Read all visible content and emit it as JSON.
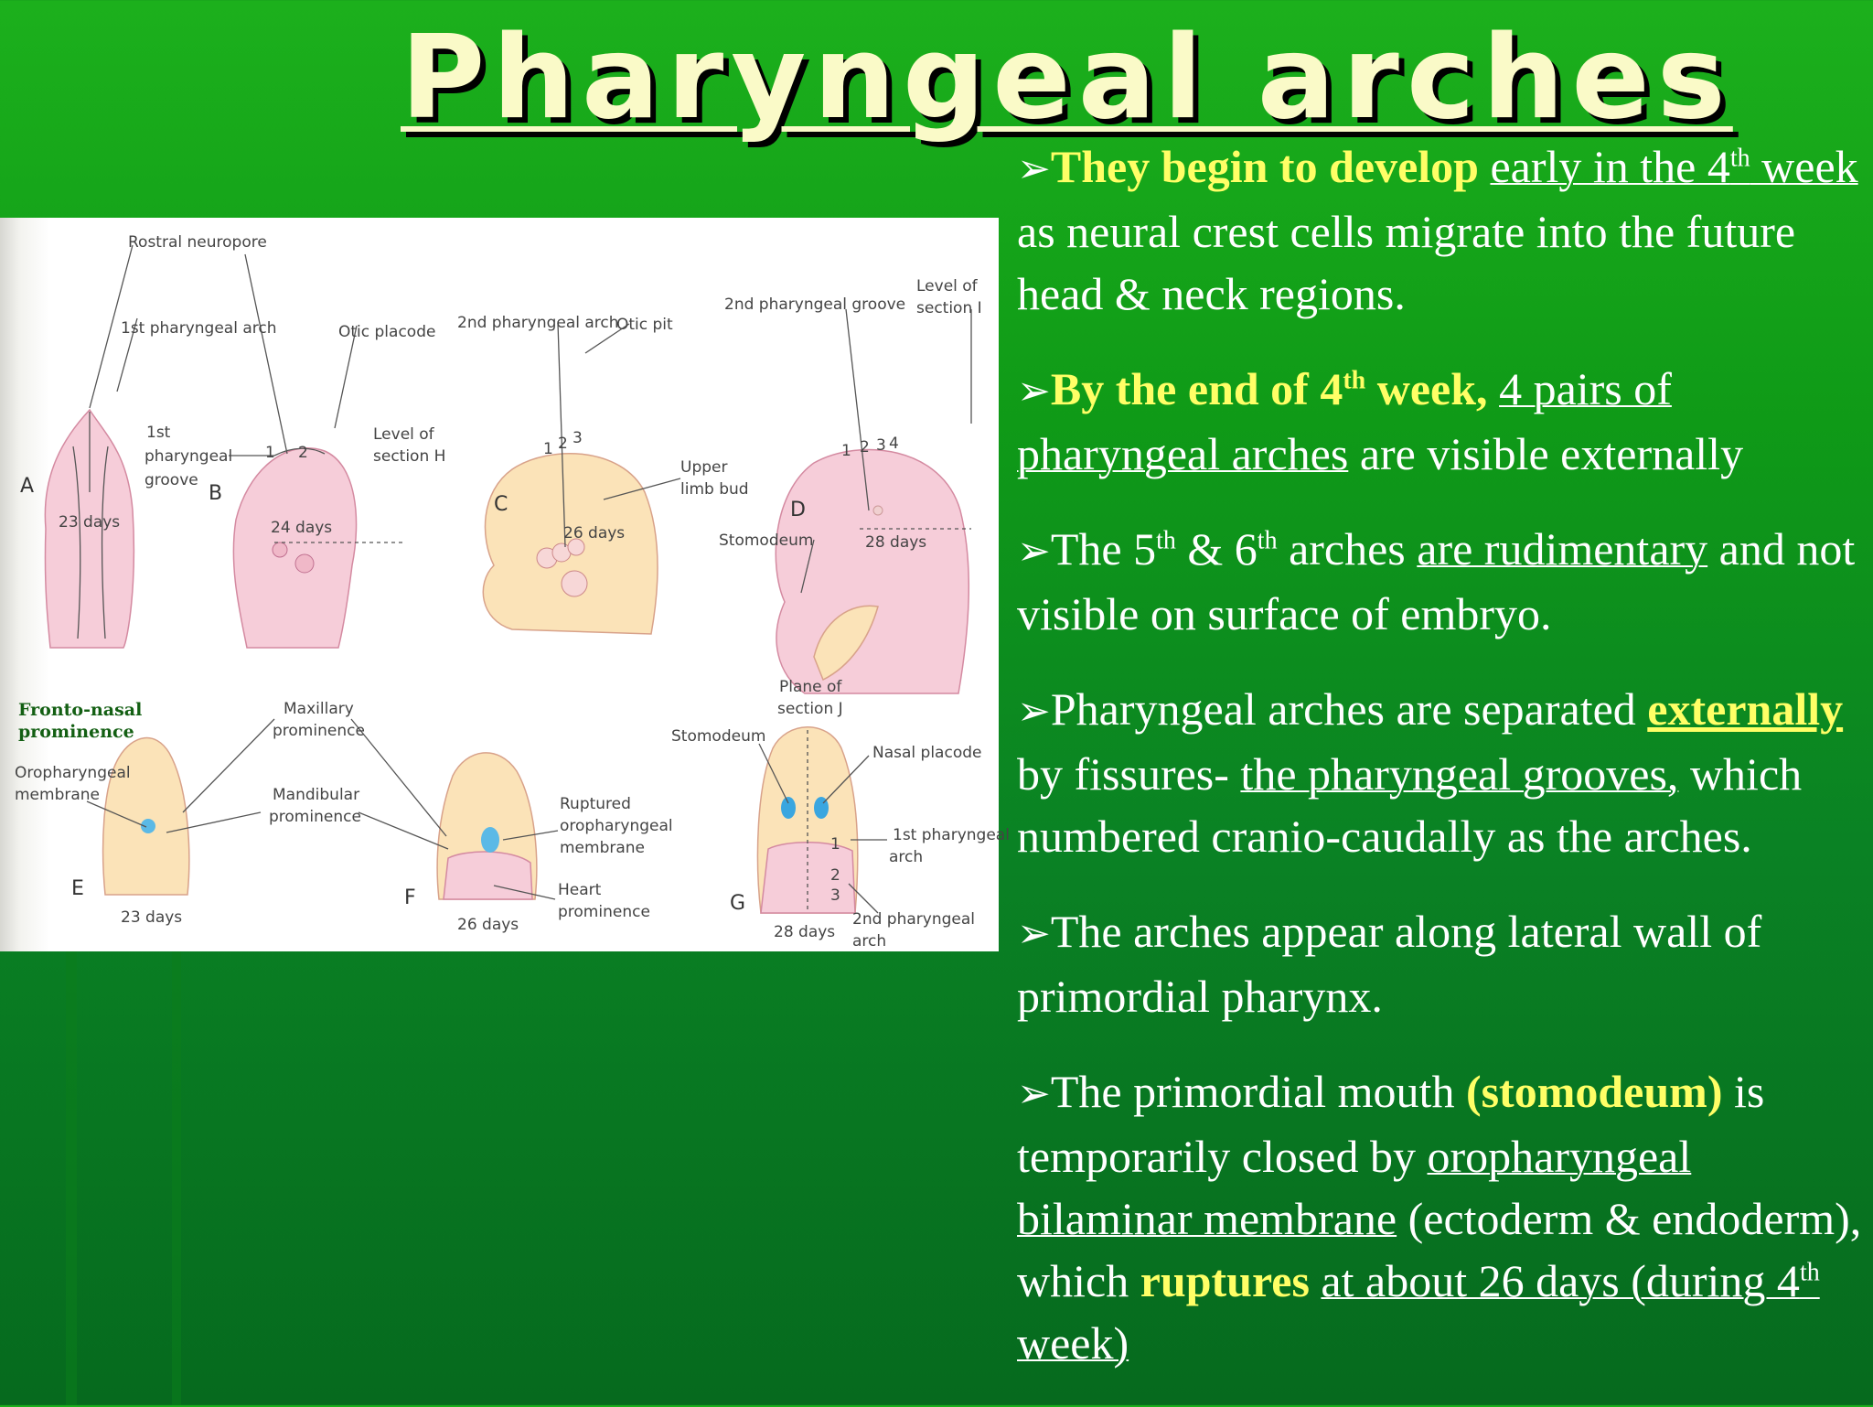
{
  "slide": {
    "title": "Pharyngeal arches",
    "bullet_marker": "➢"
  },
  "figure": {
    "labels": {
      "rostral_neuropore": "Rostral neuropore",
      "first_arch_a": "1st pharyngeal arch",
      "otic_placode": "Otic placode",
      "first_groove_1": "1st",
      "first_groove_2": "pharyngeal",
      "first_groove_3": "groove",
      "level_h_1": "Level of",
      "level_h_2": "section H",
      "second_arch_c": "2nd pharyngeal arch",
      "otic_pit": "Otic pit",
      "upper_limb_1": "Upper",
      "upper_limb_2": "limb bud",
      "second_groove_d": "2nd pharyngeal groove",
      "level_i_1": "Level of",
      "level_i_2": "section I",
      "stomodeum_d": "Stomodeum",
      "days_a": "23 days",
      "days_b": "24 days",
      "days_c": "26 days",
      "days_d": "28 days",
      "panel_a": "A",
      "panel_b": "B",
      "panel_c": "C",
      "panel_d": "D",
      "frontonasal_1": "Fronto-nasal",
      "frontonasal_2": "prominence",
      "oro_membrane_1": "Oropharyngeal",
      "oro_membrane_2": "membrane",
      "maxillary_1": "Maxillary",
      "maxillary_2": "prominence",
      "mandibular_1": "Mandibular",
      "mandibular_2": "prominence",
      "ruptured_1": "Ruptured",
      "ruptured_2": "oropharyngeal",
      "ruptured_3": "membrane",
      "heart_1": "Heart",
      "heart_2": "prominence",
      "plane_j_1": "Plane of",
      "plane_j_2": "section J",
      "stomodeum_g": "Stomodeum",
      "nasal_placode": "Nasal placode",
      "first_arch_g_1": "1st pharyngeal",
      "first_arch_g_2": "arch",
      "second_arch_g_1": "2nd pharyngeal",
      "second_arch_g_2": "arch",
      "days_e": "23 days",
      "days_f": "26 days",
      "days_g": "28 days",
      "panel_e": "E",
      "panel_f": "F",
      "panel_g": "G",
      "n1": "1",
      "n2": "2",
      "n3": "3",
      "n4": "4"
    }
  },
  "bullets": [
    {
      "b1": "They begin to develop",
      "u1": "early in the 4",
      "sup1": "th",
      "u2": " week ",
      "t1": "as neural crest cells migrate into the future head & neck regions."
    },
    {
      "b1": "By the end of 4",
      "sup1": "th",
      "b2": " week,",
      "u1": "4 pairs of pharyngeal arches",
      "t1": " are visible externally"
    },
    {
      "t1": "The 5",
      "sup1": "th",
      "t2": " & 6",
      "sup2": "th",
      "t3": " arches ",
      "u1": "are rudimentary",
      "t4": " and not visible on surface of embryo."
    },
    {
      "t1": "Pharyngeal arches are separated ",
      "uy1": "externally ",
      "t2": "by fissures- ",
      "u1": "the pharyngeal grooves,",
      "t3": " which numbered cranio-caudally as the arches."
    },
    {
      "t1": "The arches appear along lateral wall of primordial pharynx."
    },
    {
      "t1": "The primordial mouth ",
      "b1": "(stomodeum)",
      "t2": " is temporarily closed by ",
      "u1": "oropharyngeal bilaminar membrane",
      "t3": " (ectoderm & endoderm), which ",
      "b2": "ruptures",
      "t4": " ",
      "u2": "at about 26 days (during 4",
      "sup1": "th",
      "u3": " week)"
    }
  ],
  "colors": {
    "background_top": "#1cb01c",
    "background_bottom": "#066a1e",
    "title": "#fafac8",
    "highlight": "#ffff66",
    "body_text": "#ffffff",
    "frontonasal_label": "#135f13"
  }
}
